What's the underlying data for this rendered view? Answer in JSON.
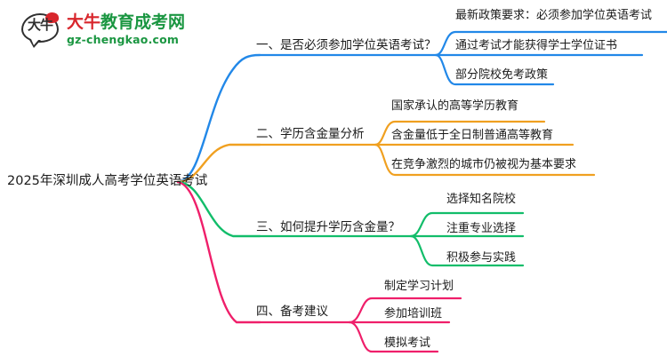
{
  "watermark": {
    "name": "daniu-education-logo",
    "mark_text": "大牛",
    "title_part1": "大牛",
    "title_part2": "教育成考网",
    "url": "gz-chengkao.com"
  },
  "mindmap": {
    "root": {
      "label": "2025年深圳成人高考学位英语考试"
    },
    "branches": [
      {
        "label": "一、是否必须参加学位英语考试？",
        "color": "#2288e8",
        "children": [
          {
            "label": "最新政策要求：必须参加学位英语考试"
          },
          {
            "label": "通过考试才能获得学士学位证书"
          },
          {
            "label": "部分院校免考政策"
          }
        ]
      },
      {
        "label": "二、学历含金量分析",
        "color": "#f0a020",
        "children": [
          {
            "label": "国家承认的高等学历教育"
          },
          {
            "label": "含金量低于全日制普通高等教育"
          },
          {
            "label": "在竞争激烈的城市仍被视为基本要求"
          }
        ]
      },
      {
        "label": "三、如何提升学历含金量？",
        "color": "#12bd6a",
        "children": [
          {
            "label": "选择知名院校"
          },
          {
            "label": "注重专业选择"
          },
          {
            "label": "积极参与实践"
          }
        ]
      },
      {
        "label": "四、备考建议",
        "color": "#ef २0 6a",
        "children": [
          {
            "label": "制定学习计划"
          },
          {
            "label": "参加培训班"
          },
          {
            "label": "模拟考试"
          }
        ]
      }
    ]
  },
  "colors": {
    "branch_1": "#2288e8",
    "branch_2": "#f0a020",
    "branch_3": "#12bd6a",
    "branch_4": "#ef1f6a",
    "text": "#1b1b1b",
    "logo_green": "#1a9641",
    "logo_red": "#d8262c",
    "background": "#ffffff"
  }
}
